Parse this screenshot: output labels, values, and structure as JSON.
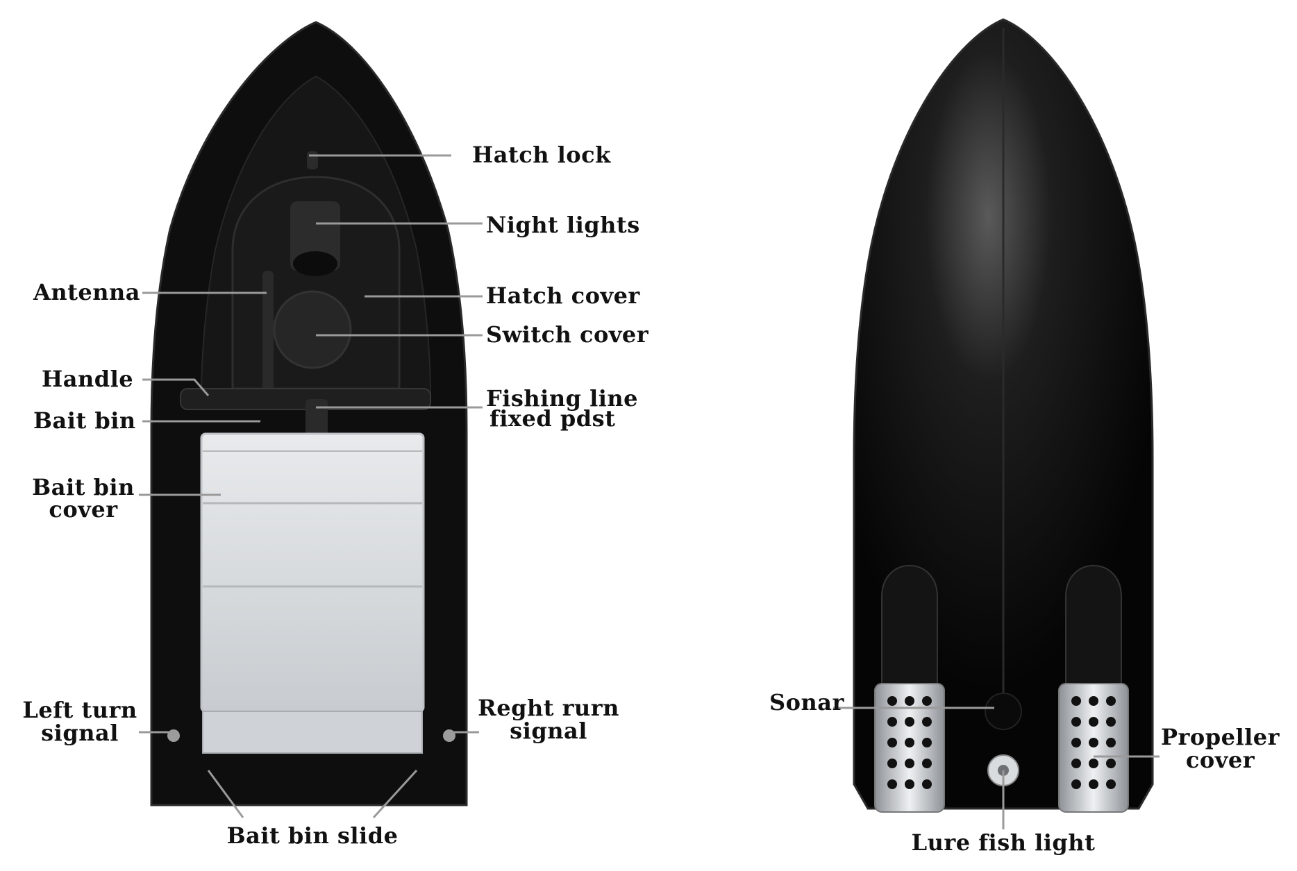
{
  "labels": {
    "hatch_lock": "Hatch lock",
    "night_lights": "Night lights",
    "antenna": "Antenna",
    "hatch_cover": "Hatch cover",
    "switch_cover": "Switch cover",
    "handle": "Handle",
    "fishing_line_1": "Fishing line",
    "fishing_line_2": "fixed pdst",
    "bait_bin": "Bait bin",
    "bait_bin_cover_1": "Bait bin",
    "bait_bin_cover_2": "cover",
    "left_turn_1": "Left turn",
    "left_turn_2": "signal",
    "right_turn_1": "Reght rurn",
    "right_turn_2": "signal",
    "bait_bin_slide": "Bait bin slide",
    "sonar": "Sonar",
    "propeller_1": "Propeller",
    "propeller_2": "cover",
    "lure_fish_light": "Lure fish light"
  },
  "colors": {
    "hull": "#0d0d0d",
    "hull_edge": "#2a2a2a",
    "leader": "#9a9a9a",
    "bin": "#dcdfe2",
    "steel": "#c9ccd0",
    "text": "#111111"
  }
}
